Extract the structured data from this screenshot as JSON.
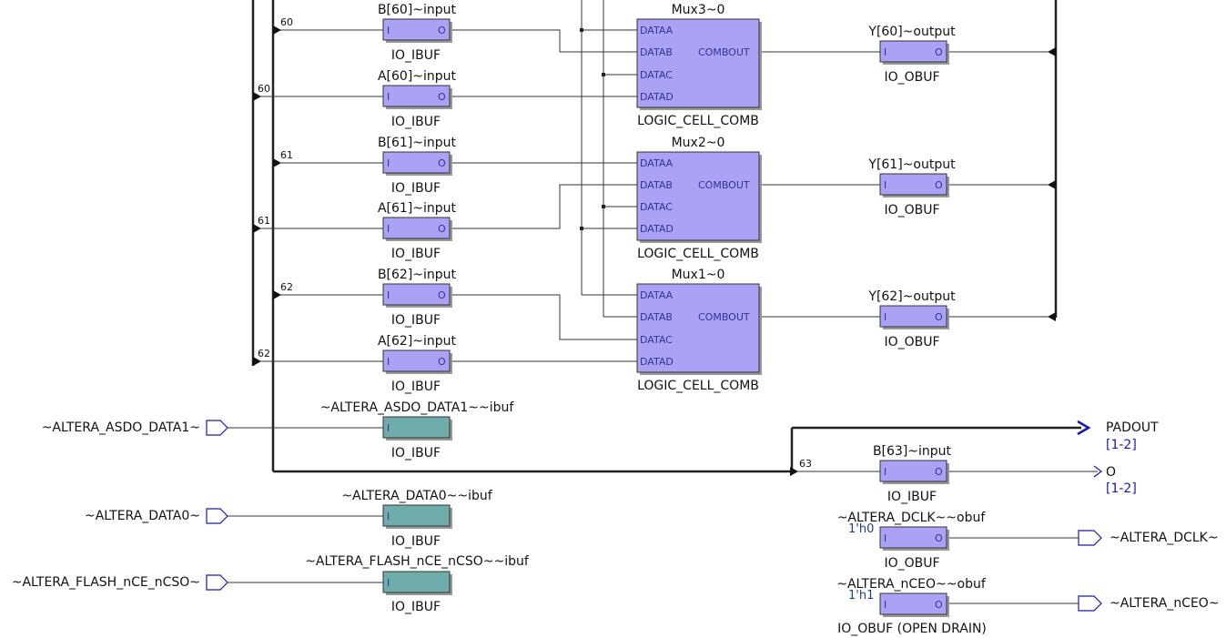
{
  "colors": {
    "io_block": "#a9a2f5",
    "teal_block": "#6fadad",
    "logic_cell": "#a9a2f5",
    "wire": "#333333",
    "bus_label": "#1a1aa8"
  },
  "io_ibuf_blocks": [
    {
      "name": "B[60]~input",
      "type": "IO_IBUF",
      "in": "I",
      "out": "O",
      "bit": "60"
    },
    {
      "name": "A[60]~input",
      "type": "IO_IBUF",
      "in": "I",
      "out": "O",
      "bit": "60"
    },
    {
      "name": "B[61]~input",
      "type": "IO_IBUF",
      "in": "I",
      "out": "O",
      "bit": "61"
    },
    {
      "name": "A[61]~input",
      "type": "IO_IBUF",
      "in": "I",
      "out": "O",
      "bit": "61"
    },
    {
      "name": "B[62]~input",
      "type": "IO_IBUF",
      "in": "I",
      "out": "O",
      "bit": "62"
    },
    {
      "name": "A[62]~input",
      "type": "IO_IBUF",
      "in": "I",
      "out": "O",
      "bit": "62"
    }
  ],
  "mux_blocks": [
    {
      "name": "Mux3~0",
      "type": "LOGIC_CELL_COMB",
      "ports": [
        "DATAA",
        "DATAB",
        "DATAC",
        "DATAD"
      ],
      "out": "COMBOUT"
    },
    {
      "name": "Mux2~0",
      "type": "LOGIC_CELL_COMB",
      "ports": [
        "DATAA",
        "DATAB",
        "DATAC",
        "DATAD"
      ],
      "out": "COMBOUT"
    },
    {
      "name": "Mux1~0",
      "type": "LOGIC_CELL_COMB",
      "ports": [
        "DATAA",
        "DATAB",
        "DATAC",
        "DATAD"
      ],
      "out": "COMBOUT"
    }
  ],
  "output_blocks": [
    {
      "name": "Y[60]~output",
      "type": "IO_OBUF",
      "in": "I",
      "out": "O"
    },
    {
      "name": "Y[61]~output",
      "type": "IO_OBUF",
      "in": "I",
      "out": "O"
    },
    {
      "name": "Y[62]~output",
      "type": "IO_OBUF",
      "in": "I",
      "out": "O"
    }
  ],
  "altera_inputs": [
    {
      "pin": "~ALTERA_ASDO_DATA1~",
      "buffer": "~ALTERA_ASDO_DATA1~~ibuf",
      "type": "IO_IBUF",
      "in": "I"
    },
    {
      "pin": "~ALTERA_DATA0~",
      "buffer": "~ALTERA_DATA0~~ibuf",
      "type": "IO_IBUF",
      "in": "I"
    },
    {
      "pin": "~ALTERA_FLASH_nCE_nCSO~",
      "buffer": "~ALTERA_FLASH_nCE_nCSO~~ibuf",
      "type": "IO_IBUF",
      "in": "I"
    }
  ],
  "b63": {
    "name": "B[63]~input",
    "type": "IO_IBUF",
    "in": "I",
    "out": "O",
    "bit": "63"
  },
  "right_outputs": [
    {
      "label": "PADOUT",
      "range": "[1-2]"
    },
    {
      "label": "O",
      "range": "[1-2]"
    }
  ],
  "altera_outputs": [
    {
      "buffer": "~ALTERA_DCLK~~obuf",
      "const": "1'h0",
      "type": "IO_OBUF",
      "in": "I",
      "out": "O",
      "pin": "~ALTERA_DCLK~"
    },
    {
      "buffer": "~ALTERA_nCEO~~obuf",
      "const": "1'h1",
      "type": "IO_OBUF (OPEN DRAIN)",
      "in": "I",
      "out": "O",
      "pin": "~ALTERA_nCEO~"
    }
  ]
}
